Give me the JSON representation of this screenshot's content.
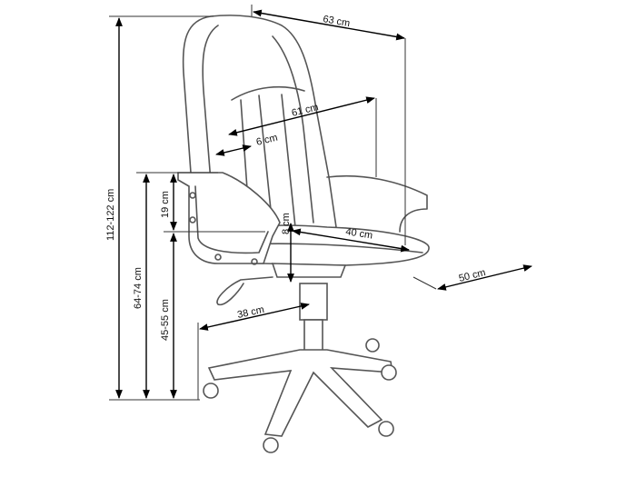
{
  "dimensions": {
    "total_height": "112-122 cm",
    "armrest_height": "64-74 cm",
    "seat_height": "45-55 cm",
    "armrest_above_seat": "19 cm",
    "overall_width": "63 cm",
    "backrest_width": "61 cm",
    "backrest_thickness": "6 cm",
    "seat_depth": "40 cm",
    "seat_thickness": "8 cm",
    "seat_width": "50 cm",
    "base_radius": "38 cm"
  }
}
